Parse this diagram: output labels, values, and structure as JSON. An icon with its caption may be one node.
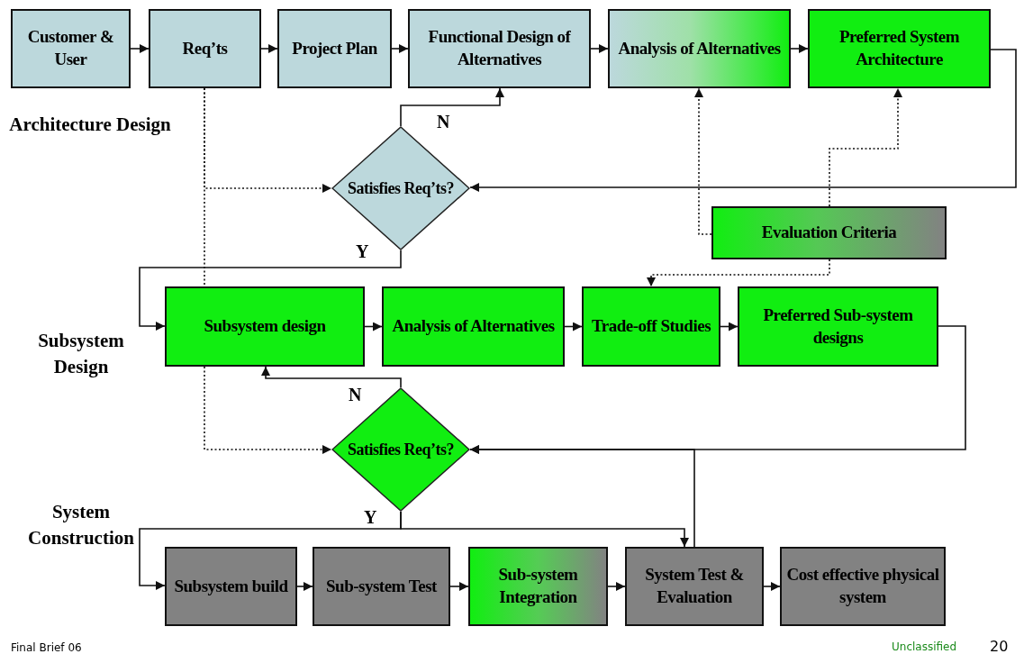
{
  "diagram": {
    "nodes": [
      {
        "text": [
          "Customer & User"
        ]
      },
      {
        "text": [
          "Req’ts"
        ]
      },
      {
        "text": [
          "Project Plan"
        ]
      },
      {
        "text": [
          "Functional Design of Alternatives"
        ]
      },
      {
        "text": [
          "Analysis of Alternatives"
        ]
      },
      {
        "text": [
          "Preferred System Architecture"
        ]
      },
      {
        "text": [
          "Satisfies Req’ts?"
        ]
      },
      {
        "text": [
          "Evaluation Criteria"
        ]
      },
      {
        "text": [
          "Subsystem design"
        ]
      },
      {
        "text": [
          "Analysis of Alternatives"
        ]
      },
      {
        "text": [
          "Trade-off Studies"
        ]
      },
      {
        "text": [
          "Preferred Sub-system designs"
        ]
      },
      {
        "text": [
          "Satisfies Req’ts?"
        ]
      },
      {
        "text": [
          "Subsystem build"
        ]
      },
      {
        "text": [
          "Sub-system Test"
        ]
      },
      {
        "text": [
          "Sub-system Integration"
        ]
      },
      {
        "text": [
          "System Test & Evaluation"
        ]
      },
      {
        "text": [
          "Cost effective physical system"
        ]
      }
    ],
    "edges": [
      {
        "from": 0,
        "to": 1,
        "arrow": "to"
      },
      {
        "from": 1,
        "to": 2,
        "arrow": "to"
      },
      {
        "from": 2,
        "to": 3,
        "arrow": "to"
      },
      {
        "from": 3,
        "to": 4,
        "arrow": "to"
      },
      {
        "from": 4,
        "to": 5,
        "arrow": "to"
      },
      {
        "from": 5,
        "to": 6,
        "arrow": "to"
      },
      {
        "from": 6,
        "to": 3,
        "arrow": "to",
        "label": "N"
      },
      {
        "from": 6,
        "to": 8,
        "arrow": "to",
        "label": "Y"
      },
      {
        "from": 1,
        "to": 6,
        "arrow": "to",
        "style": "dashed"
      },
      {
        "from": 1,
        "to": 8,
        "arrow": "none",
        "style": "dashed"
      },
      {
        "from": 7,
        "to": 4,
        "arrow": "to",
        "style": "dashed"
      },
      {
        "from": 7,
        "to": 5,
        "arrow": "to",
        "style": "dashed"
      },
      {
        "from": 7,
        "to": 10,
        "arrow": "to",
        "style": "dashed"
      },
      {
        "from": 8,
        "to": 9,
        "arrow": "to"
      },
      {
        "from": 9,
        "to": 10,
        "arrow": "to"
      },
      {
        "from": 10,
        "to": 11,
        "arrow": "to"
      },
      {
        "from": 11,
        "to": 12,
        "arrow": "to"
      },
      {
        "from": 12,
        "to": 8,
        "arrow": "to",
        "label": "N"
      },
      {
        "from": 12,
        "to": 13,
        "arrow": "to",
        "label": "Y"
      },
      {
        "from": 12,
        "to": 16,
        "arrow": "to"
      },
      {
        "from": 16,
        "to": 12,
        "arrow": "to"
      },
      {
        "from": 13,
        "to": 14,
        "arrow": "to"
      },
      {
        "from": 14,
        "to": 15,
        "arrow": "to"
      },
      {
        "from": 15,
        "to": 16,
        "arrow": "to"
      },
      {
        "from": 16,
        "to": 17,
        "arrow": "to"
      },
      {
        "from": 8,
        "to": 12,
        "arrow": "to",
        "style": "dashed"
      }
    ],
    "labels": [
      "Architecture Design",
      "Subsystem Design",
      "System Construction",
      "Final Brief 06",
      "Unclassified",
      "20"
    ]
  }
}
